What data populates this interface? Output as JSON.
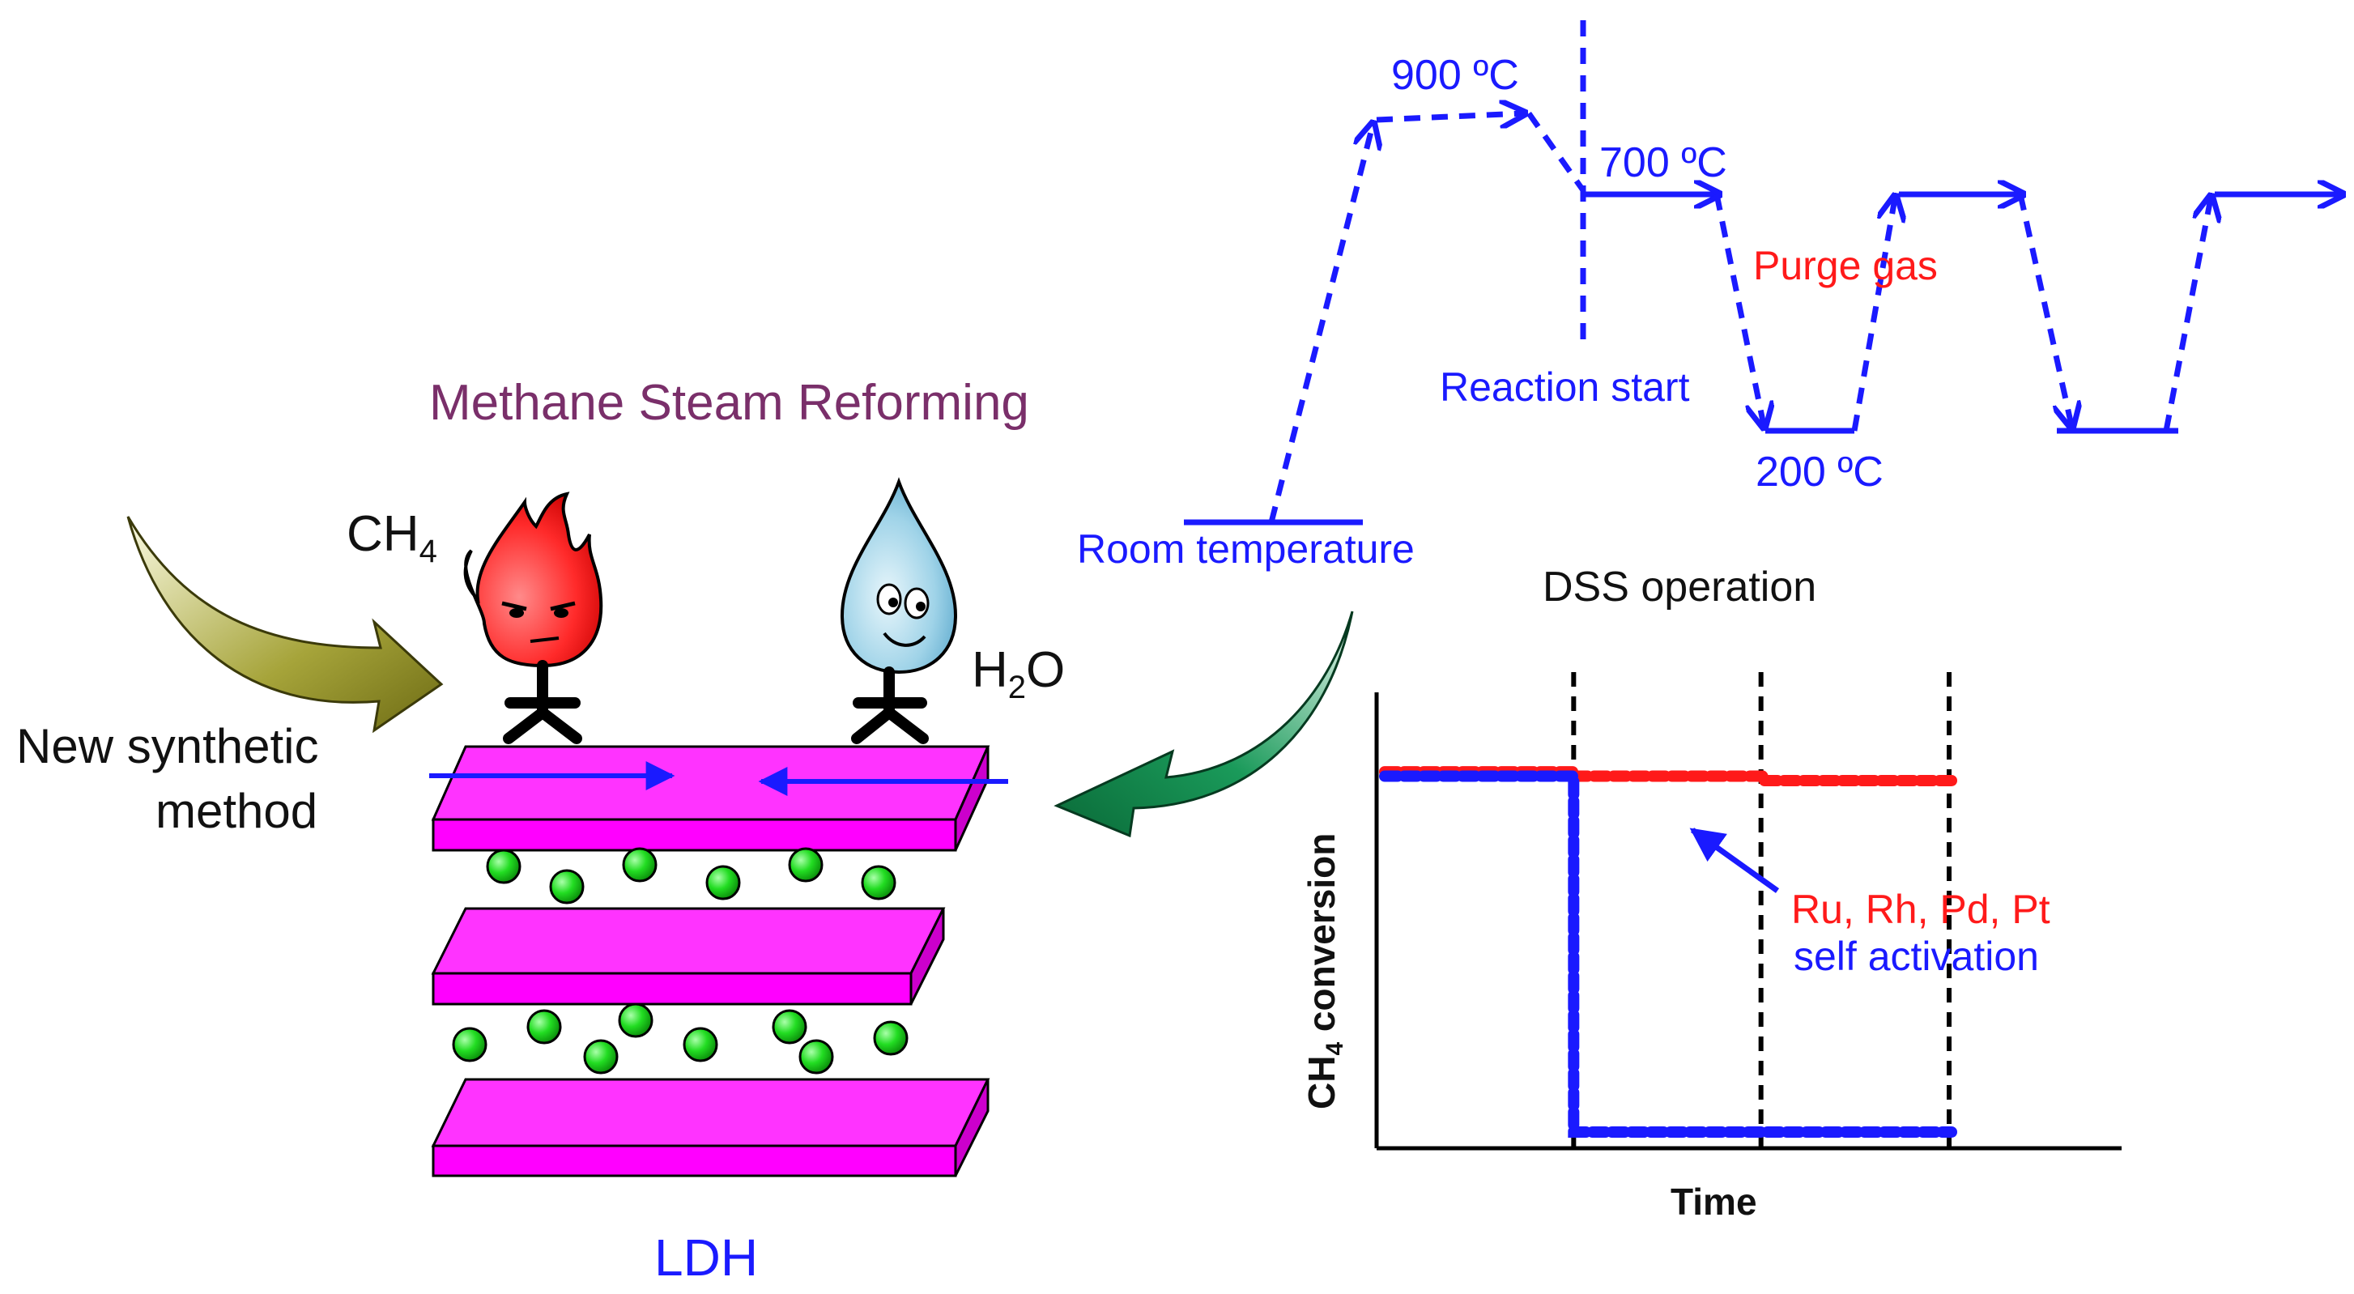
{
  "colors": {
    "blue": "#1a1aff",
    "red": "#ff1a1a",
    "black": "#111111",
    "purple": "#7a2f6a",
    "magenta_layer": "#ff00ff",
    "green_ion": "#11dd11",
    "olive_arrow": "#8c8a1e",
    "green_arrow": "#0c8a4a",
    "flame": "#ff2a2a",
    "droplet": "#7fc4e0"
  },
  "icons": [
    "flame-character-icon",
    "water-droplet-character-icon",
    "curved-arrow-icon"
  ],
  "reaction": {
    "title": "Methane Steam Reforming",
    "ch4_main": "CH",
    "ch4_sub": "4",
    "h2o_pre": "H",
    "h2o_sub": "2",
    "h2o_post": "O"
  },
  "synthesis": {
    "line1": "New synthetic",
    "line2": "method"
  },
  "ldh": {
    "label": "LDH"
  },
  "temperature_program": {
    "t900": "900 ºC",
    "t700": "700 ºC",
    "t200": "200 ºC",
    "room": "Room temperature",
    "reaction_start": "Reaction start",
    "purge": "Purge gas"
  },
  "dss": {
    "title": "DSS operation"
  },
  "chart_data": {
    "type": "line",
    "title": "",
    "xlabel": "Time",
    "ylabel_main": "CH",
    "ylabel_sub": "4",
    "ylabel_tail": " conversion",
    "series_label_red": "Ru, Rh, Pd, Pt",
    "series_label_blue": "self activation",
    "series": [
      {
        "color": "#ff1a1a",
        "points": [
          [
            0,
            0.82
          ],
          [
            1,
            0.82
          ],
          [
            1,
            0.81
          ],
          [
            2,
            0.81
          ],
          [
            2,
            0.8
          ],
          [
            3,
            0.8
          ]
        ]
      },
      {
        "color": "#1a1aff",
        "points": [
          [
            0,
            0.81
          ],
          [
            1,
            0.81
          ],
          [
            1,
            0.0
          ],
          [
            3,
            0.0
          ]
        ]
      }
    ],
    "dss_boundaries": [
      1,
      2,
      3
    ]
  }
}
